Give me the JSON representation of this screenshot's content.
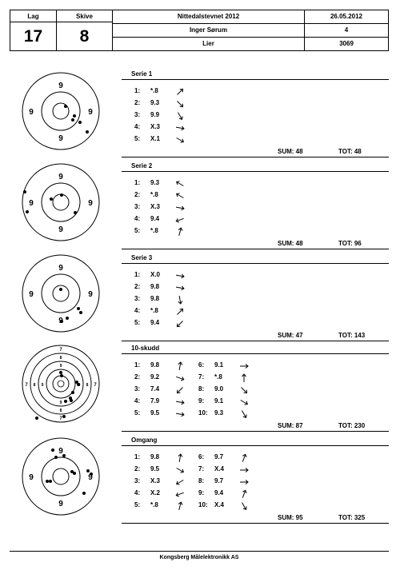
{
  "header": {
    "lag_label": "Lag",
    "lag_value": "17",
    "skive_label": "Skive",
    "skive_value": "8",
    "event": "Nittedalstevnet 2012",
    "date": "26.05.2012",
    "shooter": "Inger Sørum",
    "class": "4",
    "club": "Lier",
    "card_no": "3069"
  },
  "series": [
    {
      "title": "Serie 1",
      "shots": [
        {
          "no": "1:",
          "val": "*.8",
          "dir": 45
        },
        {
          "no": "2:",
          "val": "9.3",
          "dir": 135
        },
        {
          "no": "3:",
          "val": "9.9",
          "dir": 150
        },
        {
          "no": "4:",
          "val": "X.3",
          "dir": 100
        },
        {
          "no": "5:",
          "val": "X.1",
          "dir": 120
        }
      ],
      "sum": "SUM: 48",
      "tot": "TOT: 48",
      "target": {
        "type": "standard",
        "ring_labels": [
          "9",
          "9",
          "9",
          "9"
        ],
        "hits": [
          [
            6,
            -6
          ],
          [
            17,
            6
          ],
          [
            15,
            11
          ],
          [
            24,
            14
          ],
          [
            33,
            26
          ]
        ]
      }
    },
    {
      "title": "Serie 2",
      "shots": [
        {
          "no": "1:",
          "val": "9.3",
          "dir": -60
        },
        {
          "no": "2:",
          "val": "*.8",
          "dir": -60
        },
        {
          "no": "3:",
          "val": "X.3",
          "dir": 100
        },
        {
          "no": "4:",
          "val": "9.4",
          "dir": -110
        },
        {
          "no": "5:",
          "val": "*.8",
          "dir": 15
        }
      ],
      "sum": "SUM: 48",
      "tot": "TOT: 96",
      "target": {
        "type": "standard",
        "ring_labels": [
          "9",
          "9",
          "9",
          "9"
        ],
        "hits": [
          [
            -45,
            -13
          ],
          [
            -42,
            12
          ],
          [
            -12,
            -4
          ],
          [
            1,
            -9
          ],
          [
            18,
            13
          ]
        ]
      }
    },
    {
      "title": "Serie 3",
      "shots": [
        {
          "no": "1:",
          "val": "X.0",
          "dir": 100
        },
        {
          "no": "2:",
          "val": "9.8",
          "dir": 100
        },
        {
          "no": "3:",
          "val": "9.8",
          "dir": 170
        },
        {
          "no": "4:",
          "val": "*.8",
          "dir": 45
        },
        {
          "no": "5:",
          "val": "9.4",
          "dir": -135
        }
      ],
      "sum": "SUM: 47",
      "tot": "TOT: 143",
      "target": {
        "type": "standard",
        "ring_labels": [
          "9",
          "9",
          "9",
          "9"
        ],
        "hits": [
          [
            0,
            -5
          ],
          [
            22,
            19
          ],
          [
            25,
            24
          ],
          [
            8,
            31
          ],
          [
            1,
            35
          ]
        ]
      }
    },
    {
      "title": "10-skudd",
      "shots": [
        {
          "no": "1:",
          "val": "9.8",
          "dir": 10,
          "no2": "6:",
          "val2": "9.1",
          "dir2": 90
        },
        {
          "no": "2:",
          "val": "9.2",
          "dir": 110,
          "no2": "7:",
          "val2": "*.8",
          "dir2": 0
        },
        {
          "no": "3:",
          "val": "7.4",
          "dir": -135,
          "no2": "8:",
          "val2": "9.0",
          "dir2": 135
        },
        {
          "no": "4:",
          "val": "7.9",
          "dir": 100,
          "no2": "9:",
          "val2": "9.1",
          "dir2": 120
        },
        {
          "no": "5:",
          "val": "9.5",
          "dir": 100,
          "no2": "10:",
          "val2": "9.3",
          "dir2": 150
        }
      ],
      "sum": "SUM: 87",
      "tot": "TOT: 230",
      "target": {
        "type": "ten",
        "ring_labels": [
          "7",
          "7",
          "7",
          "7",
          "8",
          "8",
          "8",
          "8",
          "9",
          "9",
          "9",
          "9"
        ],
        "hits": [
          [
            1,
            -10
          ],
          [
            0,
            -14
          ],
          [
            15,
            11
          ],
          [
            20,
            -2
          ],
          [
            22,
            1
          ],
          [
            12,
            18
          ],
          [
            13,
            21
          ],
          [
            6,
            22
          ],
          [
            -30,
            43
          ],
          [
            4,
            41
          ]
        ]
      }
    },
    {
      "title": "Omgang",
      "shots": [
        {
          "no": "1:",
          "val": "9.8",
          "dir": 10,
          "no2": "6:",
          "val2": "9.7",
          "dir2": 20
        },
        {
          "no": "2:",
          "val": "9.5",
          "dir": 120,
          "no2": "7:",
          "val2": "X.4",
          "dir2": 90
        },
        {
          "no": "3:",
          "val": "X.3",
          "dir": -120,
          "no2": "8:",
          "val2": "9.7",
          "dir2": 90
        },
        {
          "no": "4:",
          "val": "X.2",
          "dir": -110,
          "no2": "9:",
          "val2": "9.4",
          "dir2": 20
        },
        {
          "no": "5:",
          "val": "*.8",
          "dir": 15,
          "no2": "10:",
          "val2": "X.4",
          "dir2": 150
        }
      ],
      "sum": "SUM: 95",
      "tot": "TOT: 325",
      "target": {
        "type": "standard",
        "ring_labels": [
          "9",
          "9",
          "9",
          "9"
        ],
        "hits": [
          [
            -6,
            -24
          ],
          [
            4,
            -26
          ],
          [
            -10,
            -33
          ],
          [
            -17,
            6
          ],
          [
            -13,
            6
          ],
          [
            14,
            -6
          ],
          [
            34,
            -7
          ],
          [
            38,
            -3
          ],
          [
            17,
            -4
          ],
          [
            29,
            21
          ]
        ]
      }
    }
  ],
  "footer": "Kongsberg Målelektronikk AS"
}
